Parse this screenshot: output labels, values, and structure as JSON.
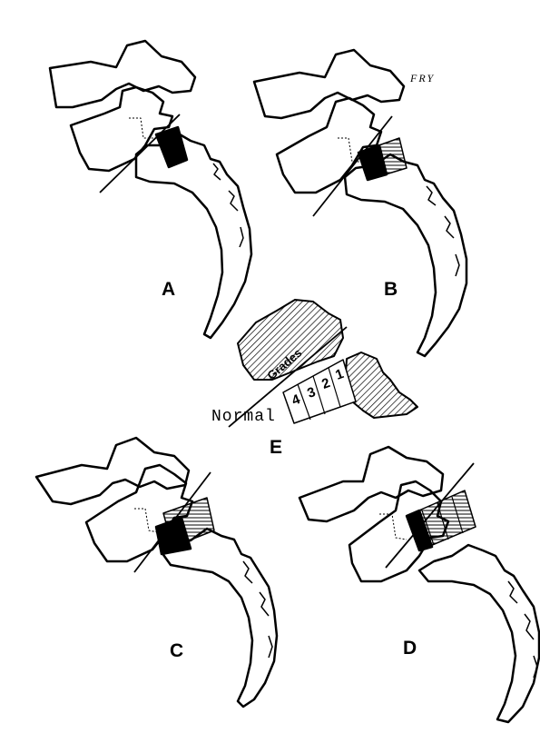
{
  "panels": {
    "a": {
      "label": "A"
    },
    "b": {
      "label": "B"
    },
    "c": {
      "label": "C"
    },
    "d": {
      "label": "D"
    },
    "e": {
      "label": "E",
      "normal_label": "Normal",
      "grades_label": "Grades",
      "grade_numbers": [
        "4",
        "3",
        "2",
        "1"
      ]
    }
  },
  "signature": "FRY"
}
